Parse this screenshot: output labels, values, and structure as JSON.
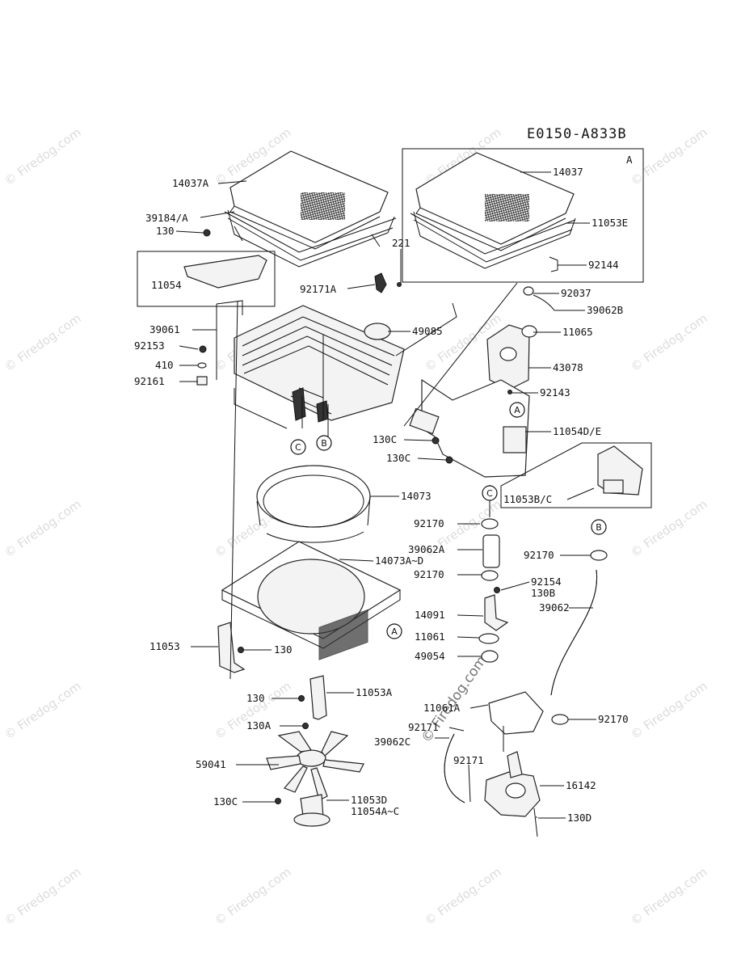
{
  "diagram_code": "E0150-A833B",
  "box_marker": "A",
  "watermark": "© Firedog.com",
  "callouts": {
    "c_14037A": "14037A",
    "c_39184A": "39184/A",
    "c_130_top": "130",
    "c_11054": "11054",
    "c_221": "221",
    "c_92171A": "92171A",
    "c_14037": "14037",
    "c_11053E": "11053E",
    "c_92144": "92144",
    "c_92037": "92037",
    "c_39062B": "39062B",
    "c_49085": "49085",
    "c_39061": "39061",
    "c_92153": "92153",
    "c_410": "410",
    "c_92161": "92161",
    "c_11065": "11065",
    "c_43078": "43078",
    "c_92143": "92143",
    "c_11054DE": "11054D/E",
    "c_130C_1": "130C",
    "c_130C_2": "130C",
    "c_11053BC": "11053B/C",
    "c_14073": "14073",
    "c_92170_1": "92170",
    "c_39062A": "39062A",
    "c_92170_2": "92170",
    "c_92170_3": "92170",
    "c_14073AD": "14073A~D",
    "c_92154": "92154",
    "c_130B": "130B",
    "c_39062": "39062",
    "c_14091": "14091",
    "c_11061": "11061",
    "c_49054": "49054",
    "c_11053": "11053",
    "c_130_mid": "130",
    "c_11053A": "11053A",
    "c_130_low": "130",
    "c_130A": "130A",
    "c_11061A": "11061A",
    "c_92171_1": "92171",
    "c_92170_4": "92170",
    "c_39062C": "39062C",
    "c_92171_2": "92171",
    "c_59041": "59041",
    "c_16142": "16142",
    "c_130C_3": "130C",
    "c_11053D": "11053D",
    "c_11054AC": "11054A~C",
    "c_130D": "130D"
  },
  "refs": {
    "A1": "A",
    "A2": "A",
    "B1": "B",
    "B2": "B",
    "C1": "C",
    "C2": "C"
  }
}
